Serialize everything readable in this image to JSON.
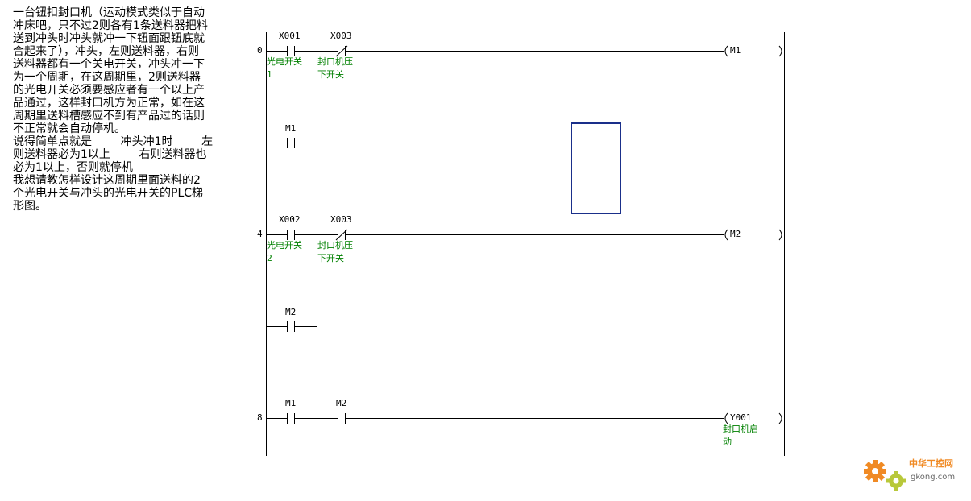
{
  "question": {
    "lines": [
      "一台钮扣封口机（运动模式类似于自动",
      "冲床吧，只不过2则各有1条送料器把料",
      "送到冲头时冲头就冲一下钮面跟钮底就",
      "合起来了），冲头，左则送料器，右则",
      "送料器都有一个关电开关，冲头冲一下",
      "为一个周期，在这周期里，2则送料器",
      "的光电开关必须要感应者有一个以上产",
      "品通过，这样封口机方为正常，如在这",
      "周期里送料槽感应不到有产品过的话则",
      "不正常就会自动停机。",
      "说得简单点就是        冲头冲1时        左",
      "则送料器必为1以上        右则送料器也",
      "必为1以上，否则就停机",
      "我想请教怎样设计这周期里面送料的2",
      "个光电开关与冲头的光电开关的PLC梯",
      "形图。"
    ]
  },
  "ladder": {
    "rung0": {
      "step": "0",
      "contact1_addr": "X001",
      "contact1_comment_l1": "光电开关",
      "contact1_comment_l2": "1",
      "contact2_addr": "X003",
      "contact2_comment_l1": "封口机压",
      "contact2_comment_l2": "下开关",
      "branch_addr": "M1",
      "coil_addr": "M1"
    },
    "rung4": {
      "step": "4",
      "contact1_addr": "X002",
      "contact1_comment_l1": "光电开关",
      "contact1_comment_l2": "2",
      "contact2_addr": "X003",
      "contact2_comment_l1": "封口机压",
      "contact2_comment_l2": "下开关",
      "branch_addr": "M2",
      "coil_addr": "M2"
    },
    "rung8": {
      "step": "8",
      "contact1_addr": "M1",
      "contact2_addr": "M2",
      "coil_addr": "Y001",
      "coil_comment_l1": "封口机启",
      "coil_comment_l2": "动"
    }
  },
  "watermark": {
    "text_cn": "中华工控网",
    "text_url": "gkong.com",
    "gear_color": "#f08a24",
    "gear_color2": "#b8c83a"
  },
  "colors": {
    "comment_green": "#008000",
    "frame_blue": "#1a2f8a"
  }
}
